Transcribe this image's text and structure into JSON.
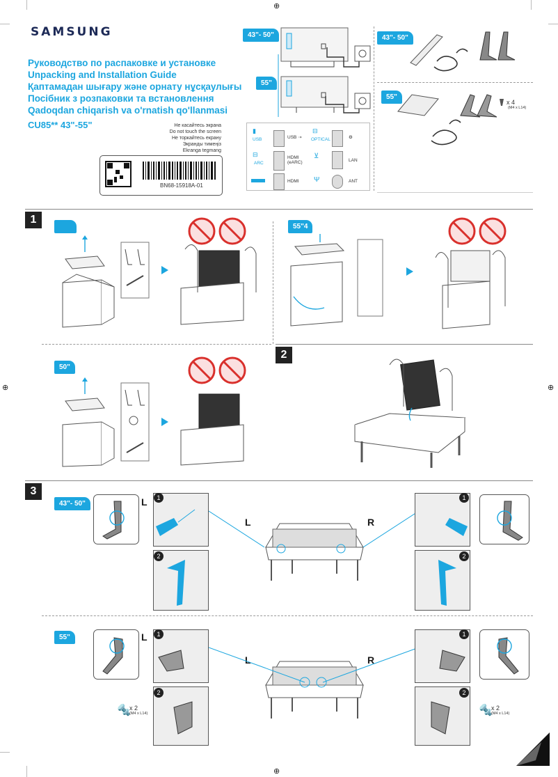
{
  "brand": "SAMSUNG",
  "titles": [
    "Руководство по распаковке и установке",
    "Unpacking and Installation Guide",
    "Қаптамадан шығару және орнату нұсқаулығы",
    "Посібник з розпаковки та встановлення",
    "Qadoqdan chiqarish va o'rnatish qo'llanmasi"
  ],
  "model": "CU85** 43\"-55\"",
  "warnings": [
    "Не касайтесь экрана",
    "Do not touch the screen",
    "Не торкайтесь екрану",
    "Экранды тимеңіз",
    "Ekranga tegmang"
  ],
  "code": "BN68-15918A-01",
  "sizes": {
    "s43_50": "43\"- 50\"",
    "s55": "55\"",
    "s50": "50\"",
    "s55_4": "55\"4"
  },
  "ports": {
    "usb": "USB",
    "usb2": "USB ⇢",
    "optical": "OPTICAL",
    "arc": "ARC",
    "hdmi_earc": "HDMI (eARC)",
    "lan": "LAN",
    "hdmi": "HDMI",
    "ant": "ANT"
  },
  "steps": [
    "1",
    "2",
    "3"
  ],
  "lr": {
    "left": "L",
    "right": "R"
  },
  "screws": {
    "x4": "x 4",
    "x2": "x 2",
    "spec": "(M4 x L14)"
  },
  "substeps": [
    "1",
    "2"
  ],
  "accent": "#1ca6df"
}
